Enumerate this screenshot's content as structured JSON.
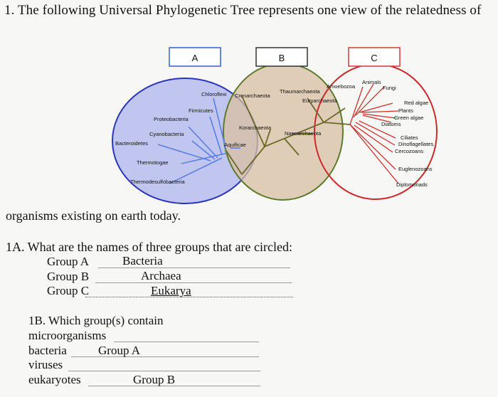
{
  "question": {
    "title": "1. The following Universal Phylogenetic Tree represents one view of the relatedness of",
    "continuation": "organisms existing on earth today."
  },
  "diagram": {
    "boxes": [
      {
        "label": "A",
        "color": "#3a5bd0"
      },
      {
        "label": "B",
        "color": "#333333"
      },
      {
        "label": "C",
        "color": "#d23a3a"
      }
    ],
    "circles": {
      "bacteria": {
        "fill": "#b7bdf0",
        "stroke": "#2a34b8"
      },
      "archaea": {
        "fill": "#d8bfa2",
        "stroke": "#5d7a2a"
      },
      "eukarya": {
        "stroke": "#cc2a2a"
      }
    },
    "labels": {
      "chloroflexi": "Chloroflexi",
      "crenarchaeota": "Crenarchaeota",
      "thaumarchaeota": "Thaumarchaeota",
      "euryarchaeota": "Euryarchaeota",
      "animals": "Animals",
      "amoebozoa": "Amoebozoa",
      "fungi": "Fungi",
      "firmicutes": "Firmicutes",
      "proteobacteria": "Proteobacteria",
      "korarchaeota": "Korarchaeota",
      "nanoarchaeota": "Nanoarchaeota",
      "cyanobacteria": "Cyanobacteria",
      "bacteroidetes": "Bacteroidetes",
      "aquificae": "Aquificae",
      "thermotogae": "Thermotogae",
      "thermodesulfobacteria": "Thermodesulfobacteria",
      "red_algae": "Red algae",
      "plants": "Plants",
      "green_algae": "Green algae",
      "diatoms": "Diatoms",
      "ciliates": "Ciliates",
      "dinoflagellates": "Dinoflagellates",
      "cercozoans": "Cercozoans",
      "euglenozoans": "Euglenozoans",
      "diplomonads": "Diplomonads"
    }
  },
  "part_1a": {
    "question": "1A. What are the names of three groups that are circled:",
    "rows": [
      {
        "label": "Group A",
        "answer": "Bacteria"
      },
      {
        "label": "Group B",
        "answer": "Archaea"
      },
      {
        "label": "Group C",
        "answer": "Eukarya"
      }
    ]
  },
  "part_1b": {
    "question": "1B. Which group(s) contain",
    "rows": [
      {
        "label": "microorganisms",
        "answer": ""
      },
      {
        "label": "bacteria",
        "answer": "Group A"
      },
      {
        "label": "viruses",
        "answer": ""
      },
      {
        "label": "eukaryotes",
        "answer": "Group B"
      }
    ]
  }
}
